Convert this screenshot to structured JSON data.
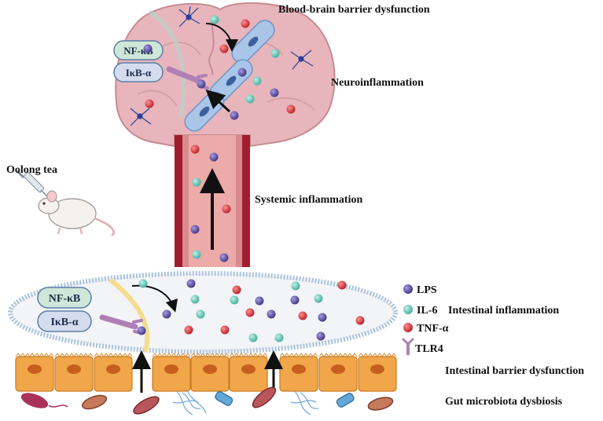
{
  "labels": {
    "bbb": "Blood-brain barrier dysfunction",
    "neuroinflammation": "Neuroinflammation",
    "oolong": "Oolong tea",
    "systemic": "Systemic inflammation",
    "intestinal_inflammation": "Intestinal inflammation",
    "intestinal_barrier": "Intestinal barrier dysfunction",
    "gut_microbiota": "Gut microbiota dysbiosis"
  },
  "pills": {
    "nfkb": "NF-κB",
    "ikba": "IκB-α"
  },
  "legend": [
    {
      "id": "lps",
      "label": "LPS",
      "color": "#5b4fa3"
    },
    {
      "id": "il6",
      "label": "IL-6",
      "color": "#5cc7b5"
    },
    {
      "id": "tnfa",
      "label": "TNF-α",
      "color": "#d8343a"
    },
    {
      "id": "tlr4",
      "label": "TLR4",
      "color": "#b07fb6"
    }
  ],
  "colors": {
    "brain": "#e9b7bd",
    "brain_edge": "#c98b93",
    "vessel_wall": "#a11d2e",
    "vessel_lumen": "#e9a3a3",
    "intestine_lumen": "#f2f4f7",
    "villi_edge": "#9fb8d8",
    "epithelium": "#f1a64a",
    "nucleus": "#c65f1d",
    "pill_fill": "#cfe7d9",
    "pill_fill_2": "#d4dcee",
    "pill_edge": "#5a7fa7"
  }
}
